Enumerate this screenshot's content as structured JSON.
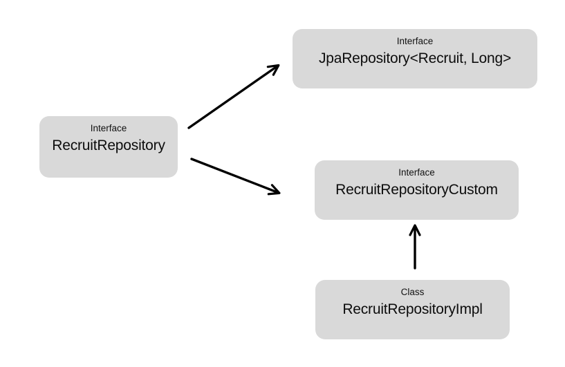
{
  "diagram": {
    "colors": {
      "background": "#ffffff",
      "node_fill": "#d9d9d9",
      "text": "#111111",
      "arrow": "#000000"
    },
    "nodes": [
      {
        "id": "recruit-repository",
        "stereotype": "Interface",
        "name": "RecruitRepository"
      },
      {
        "id": "jpa-repository",
        "stereotype": "Interface",
        "name": "JpaRepository<Recruit, Long>"
      },
      {
        "id": "recruit-repository-custom",
        "stereotype": "Interface",
        "name": "RecruitRepositoryCustom"
      },
      {
        "id": "recruit-repository-impl",
        "stereotype": "Class",
        "name": "RecruitRepositoryImpl"
      }
    ],
    "edges": [
      {
        "from": "RecruitRepository",
        "to": "JpaRepository<Recruit, Long>"
      },
      {
        "from": "RecruitRepository",
        "to": "RecruitRepositoryCustom"
      },
      {
        "from": "RecruitRepositoryImpl",
        "to": "RecruitRepositoryCustom"
      }
    ]
  }
}
